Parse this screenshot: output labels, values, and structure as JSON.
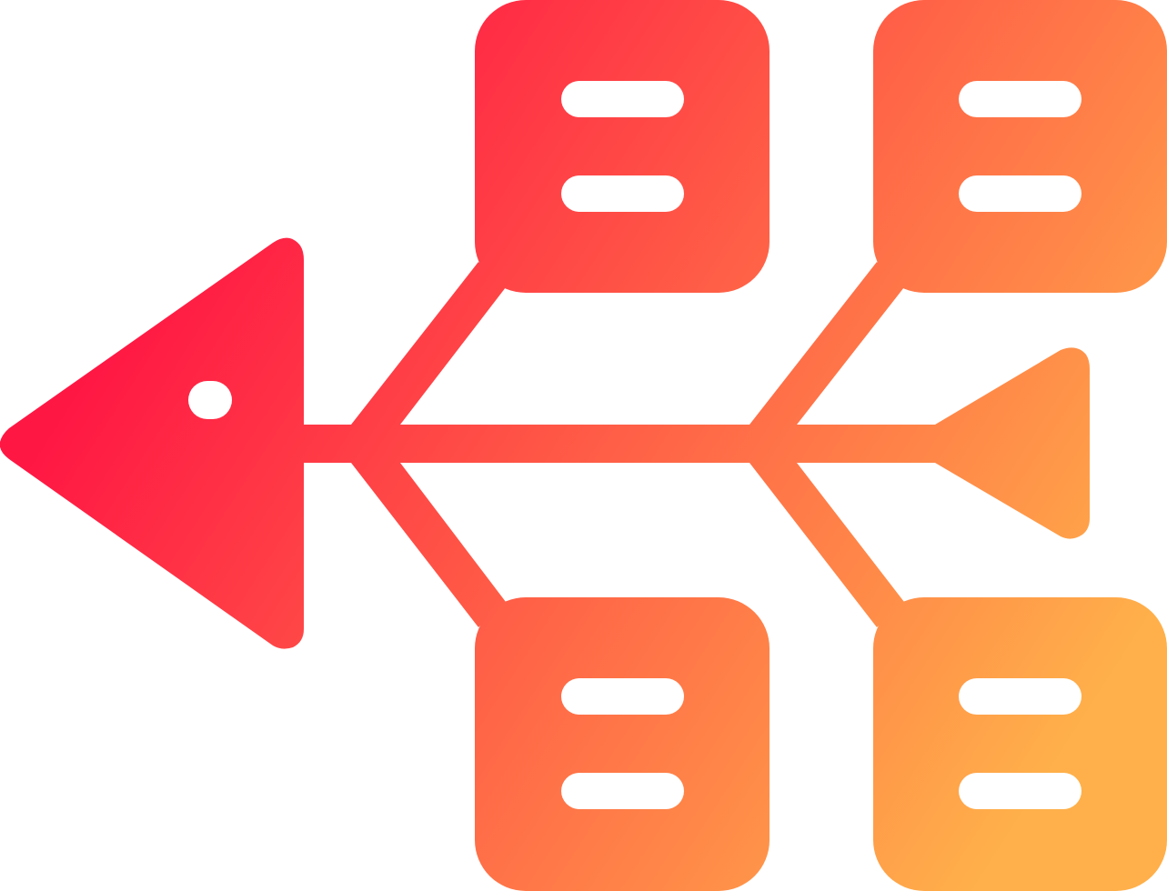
{
  "icon": {
    "name": "fishbone-diagram-icon",
    "gradient": {
      "start_color": "#ff1744",
      "end_color": "#ffb04a"
    },
    "background_color": "#ffffff",
    "cutout_color": "#ffffff",
    "boxes": [
      {
        "name": "top-left-box",
        "lines": 2
      },
      {
        "name": "top-right-box",
        "lines": 2
      },
      {
        "name": "bottom-left-box",
        "lines": 2
      },
      {
        "name": "bottom-right-box",
        "lines": 2
      }
    ]
  }
}
